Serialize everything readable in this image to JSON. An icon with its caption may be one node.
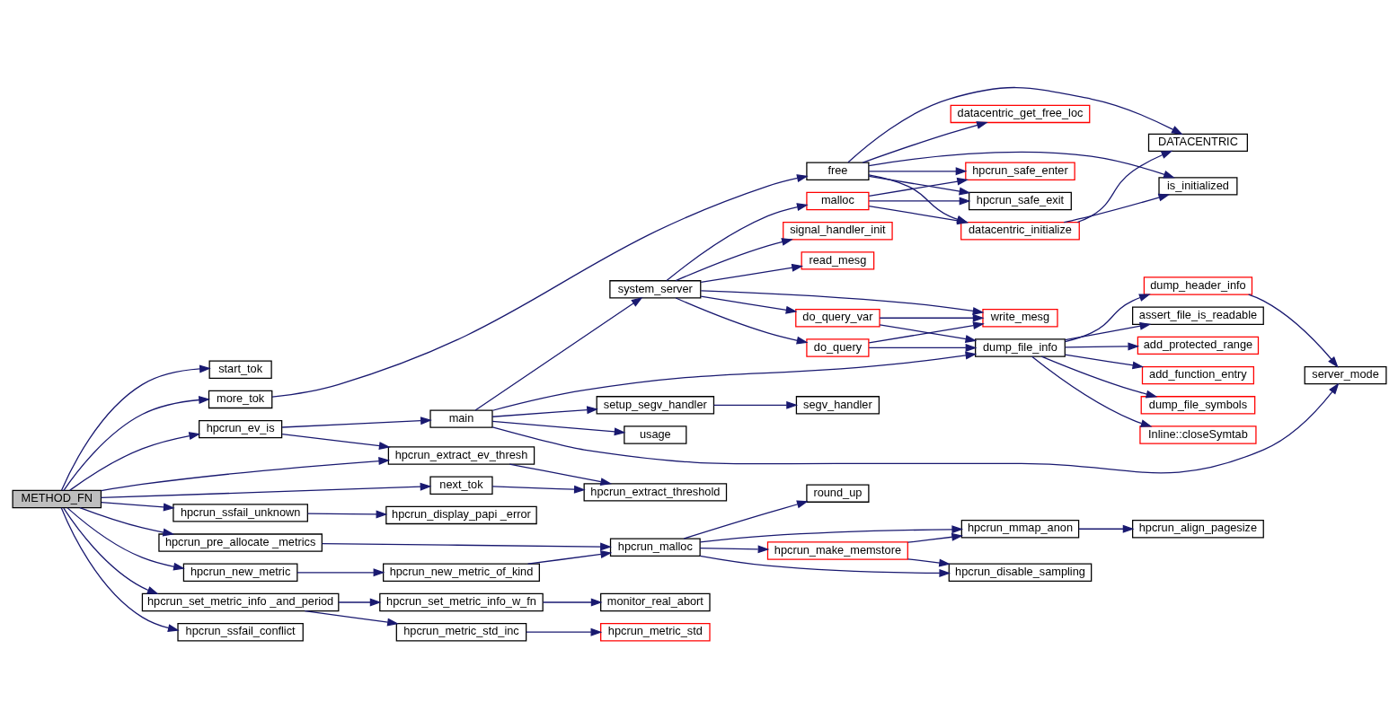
{
  "diagram": {
    "nodes": [
      {
        "text": [
          "METHOD_FN"
        ]
      },
      {
        "text": [
          "start_tok"
        ]
      },
      {
        "text": [
          "hpcrun_ev_is"
        ]
      },
      {
        "text": [
          "hpcrun_extract_ev_thresh"
        ]
      },
      {
        "text": [
          "next_tok"
        ]
      },
      {
        "text": [
          "more_tok"
        ]
      },
      {
        "text": [
          "hpcrun_ssfail_unknown"
        ]
      },
      {
        "text": [
          "hpcrun_pre_allocate _metrics"
        ]
      },
      {
        "text": [
          "hpcrun_new_metric"
        ]
      },
      {
        "text": [
          "hpcrun_set_metric_info _and_period"
        ]
      },
      {
        "text": [
          "hpcrun_ssfail_conflict"
        ]
      },
      {
        "text": [
          "main"
        ]
      },
      {
        "text": [
          "usage"
        ]
      },
      {
        "text": [
          "hpcrun_extract_threshold"
        ]
      },
      {
        "text": [
          "hpcrun_display_papi _error"
        ]
      },
      {
        "text": [
          "hpcrun_new_metric_of_kind"
        ]
      },
      {
        "text": [
          "hpcrun_set_metric_info_w_fn"
        ]
      },
      {
        "text": [
          "hpcrun_metric_std_inc"
        ]
      },
      {
        "text": [
          "system_server"
        ]
      },
      {
        "text": [
          "setup_segv_handler"
        ]
      },
      {
        "text": [
          "hpcrun_malloc"
        ]
      },
      {
        "text": [
          "monitor_real_abort"
        ]
      },
      {
        "text": [
          "hpcrun_metric_std"
        ]
      },
      {
        "text": [
          "signal_handler_init"
        ]
      },
      {
        "text": [
          "read_mesg"
        ]
      },
      {
        "text": [
          "do_query"
        ]
      },
      {
        "text": [
          "do_query_var"
        ]
      },
      {
        "text": [
          "malloc"
        ]
      },
      {
        "text": [
          "segv_handler"
        ]
      },
      {
        "text": [
          "free"
        ]
      },
      {
        "text": [
          "round_up"
        ]
      },
      {
        "text": [
          "hpcrun_make_memstore"
        ]
      },
      {
        "text": [
          "dump_file_info"
        ]
      },
      {
        "text": [
          "write_mesg"
        ]
      },
      {
        "text": [
          "hpcrun_safe_exit"
        ]
      },
      {
        "text": [
          "hpcrun_safe_enter"
        ]
      },
      {
        "text": [
          "datacentric_initialize"
        ]
      },
      {
        "text": [
          "datacentric_get_free_loc"
        ]
      },
      {
        "text": [
          "hpcrun_mmap_anon"
        ]
      },
      {
        "text": [
          "hpcrun_disable_sampling"
        ]
      },
      {
        "text": [
          "add_protected_range"
        ]
      },
      {
        "text": [
          "add_function_entry"
        ]
      },
      {
        "text": [
          "dump_file_symbols"
        ]
      },
      {
        "text": [
          "Inline::closeSymtab"
        ]
      },
      {
        "text": [
          "dump_header_info"
        ]
      },
      {
        "text": [
          "assert_file_is_readable"
        ]
      },
      {
        "text": [
          "is_initialized"
        ]
      },
      {
        "text": [
          "DATACENTRIC"
        ]
      },
      {
        "text": [
          "hpcrun_align_pagesize"
        ]
      },
      {
        "text": [
          "server_mode"
        ]
      }
    ],
    "edges": [
      {
        "from": 0,
        "to": 1,
        "arrow": "to"
      },
      {
        "from": 0,
        "to": 2,
        "arrow": "to"
      },
      {
        "from": 0,
        "to": 3,
        "arrow": "to"
      },
      {
        "from": 0,
        "to": 4,
        "arrow": "to"
      },
      {
        "from": 0,
        "to": 5,
        "arrow": "to"
      },
      {
        "from": 0,
        "to": 6,
        "arrow": "to"
      },
      {
        "from": 0,
        "to": 7,
        "arrow": "to"
      },
      {
        "from": 0,
        "to": 8,
        "arrow": "to"
      },
      {
        "from": 0,
        "to": 9,
        "arrow": "to"
      },
      {
        "from": 0,
        "to": 10,
        "arrow": "to"
      },
      {
        "from": 2,
        "to": 11,
        "arrow": "to"
      },
      {
        "from": 2,
        "to": 3,
        "arrow": "to"
      },
      {
        "from": 3,
        "to": 13,
        "arrow": "to"
      },
      {
        "from": 4,
        "to": 13,
        "arrow": "to"
      },
      {
        "from": 5,
        "to": 29,
        "arrow": "to"
      },
      {
        "from": 6,
        "to": 14,
        "arrow": "to"
      },
      {
        "from": 7,
        "to": 20,
        "arrow": "to"
      },
      {
        "from": 8,
        "to": 15,
        "arrow": "to"
      },
      {
        "from": 15,
        "to": 20,
        "arrow": "to"
      },
      {
        "from": 9,
        "to": 16,
        "arrow": "to"
      },
      {
        "from": 9,
        "to": 17,
        "arrow": "to"
      },
      {
        "from": 16,
        "to": 21,
        "arrow": "to"
      },
      {
        "from": 17,
        "to": 22,
        "arrow": "to"
      },
      {
        "from": 11,
        "to": 12,
        "arrow": "to"
      },
      {
        "from": 11,
        "to": 49,
        "arrow": "to"
      },
      {
        "from": 11,
        "to": 32,
        "arrow": "to"
      },
      {
        "from": 11,
        "to": 18,
        "arrow": "to"
      },
      {
        "from": 11,
        "to": 19,
        "arrow": "to"
      },
      {
        "from": 18,
        "to": 23,
        "arrow": "to"
      },
      {
        "from": 18,
        "to": 24,
        "arrow": "to"
      },
      {
        "from": 18,
        "to": 25,
        "arrow": "to"
      },
      {
        "from": 18,
        "to": 26,
        "arrow": "to"
      },
      {
        "from": 18,
        "to": 33,
        "arrow": "to"
      },
      {
        "from": 18,
        "to": 27,
        "arrow": "to"
      },
      {
        "from": 19,
        "to": 28,
        "arrow": "to"
      },
      {
        "from": 25,
        "to": 32,
        "arrow": "to"
      },
      {
        "from": 25,
        "to": 33,
        "arrow": "to"
      },
      {
        "from": 26,
        "to": 32,
        "arrow": "to"
      },
      {
        "from": 26,
        "to": 33,
        "arrow": "to"
      },
      {
        "from": 27,
        "to": 34,
        "arrow": "to"
      },
      {
        "from": 27,
        "to": 35,
        "arrow": "to"
      },
      {
        "from": 27,
        "to": 36,
        "arrow": "to"
      },
      {
        "from": 29,
        "to": 34,
        "arrow": "to"
      },
      {
        "from": 29,
        "to": 35,
        "arrow": "to"
      },
      {
        "from": 29,
        "to": 46,
        "arrow": "to"
      },
      {
        "from": 29,
        "to": 36,
        "arrow": "to"
      },
      {
        "from": 29,
        "to": 37,
        "arrow": "to"
      },
      {
        "from": 29,
        "to": 47,
        "arrow": "to"
      },
      {
        "from": 20,
        "to": 30,
        "arrow": "to"
      },
      {
        "from": 20,
        "to": 38,
        "arrow": "to"
      },
      {
        "from": 20,
        "to": 31,
        "arrow": "to"
      },
      {
        "from": 20,
        "to": 39,
        "arrow": "to"
      },
      {
        "from": 31,
        "to": 38,
        "arrow": "to"
      },
      {
        "from": 31,
        "to": 39,
        "arrow": "to"
      },
      {
        "from": 38,
        "to": 48,
        "arrow": "to"
      },
      {
        "from": 32,
        "to": 40,
        "arrow": "to"
      },
      {
        "from": 32,
        "to": 41,
        "arrow": "to"
      },
      {
        "from": 32,
        "to": 42,
        "arrow": "to"
      },
      {
        "from": 32,
        "to": 43,
        "arrow": "to"
      },
      {
        "from": 32,
        "to": 44,
        "arrow": "to"
      },
      {
        "from": 32,
        "to": 45,
        "arrow": "to"
      },
      {
        "from": 44,
        "to": 49,
        "arrow": "to"
      },
      {
        "from": 36,
        "to": 46,
        "arrow": "to"
      },
      {
        "from": 36,
        "to": 47,
        "arrow": "to"
      }
    ]
  }
}
